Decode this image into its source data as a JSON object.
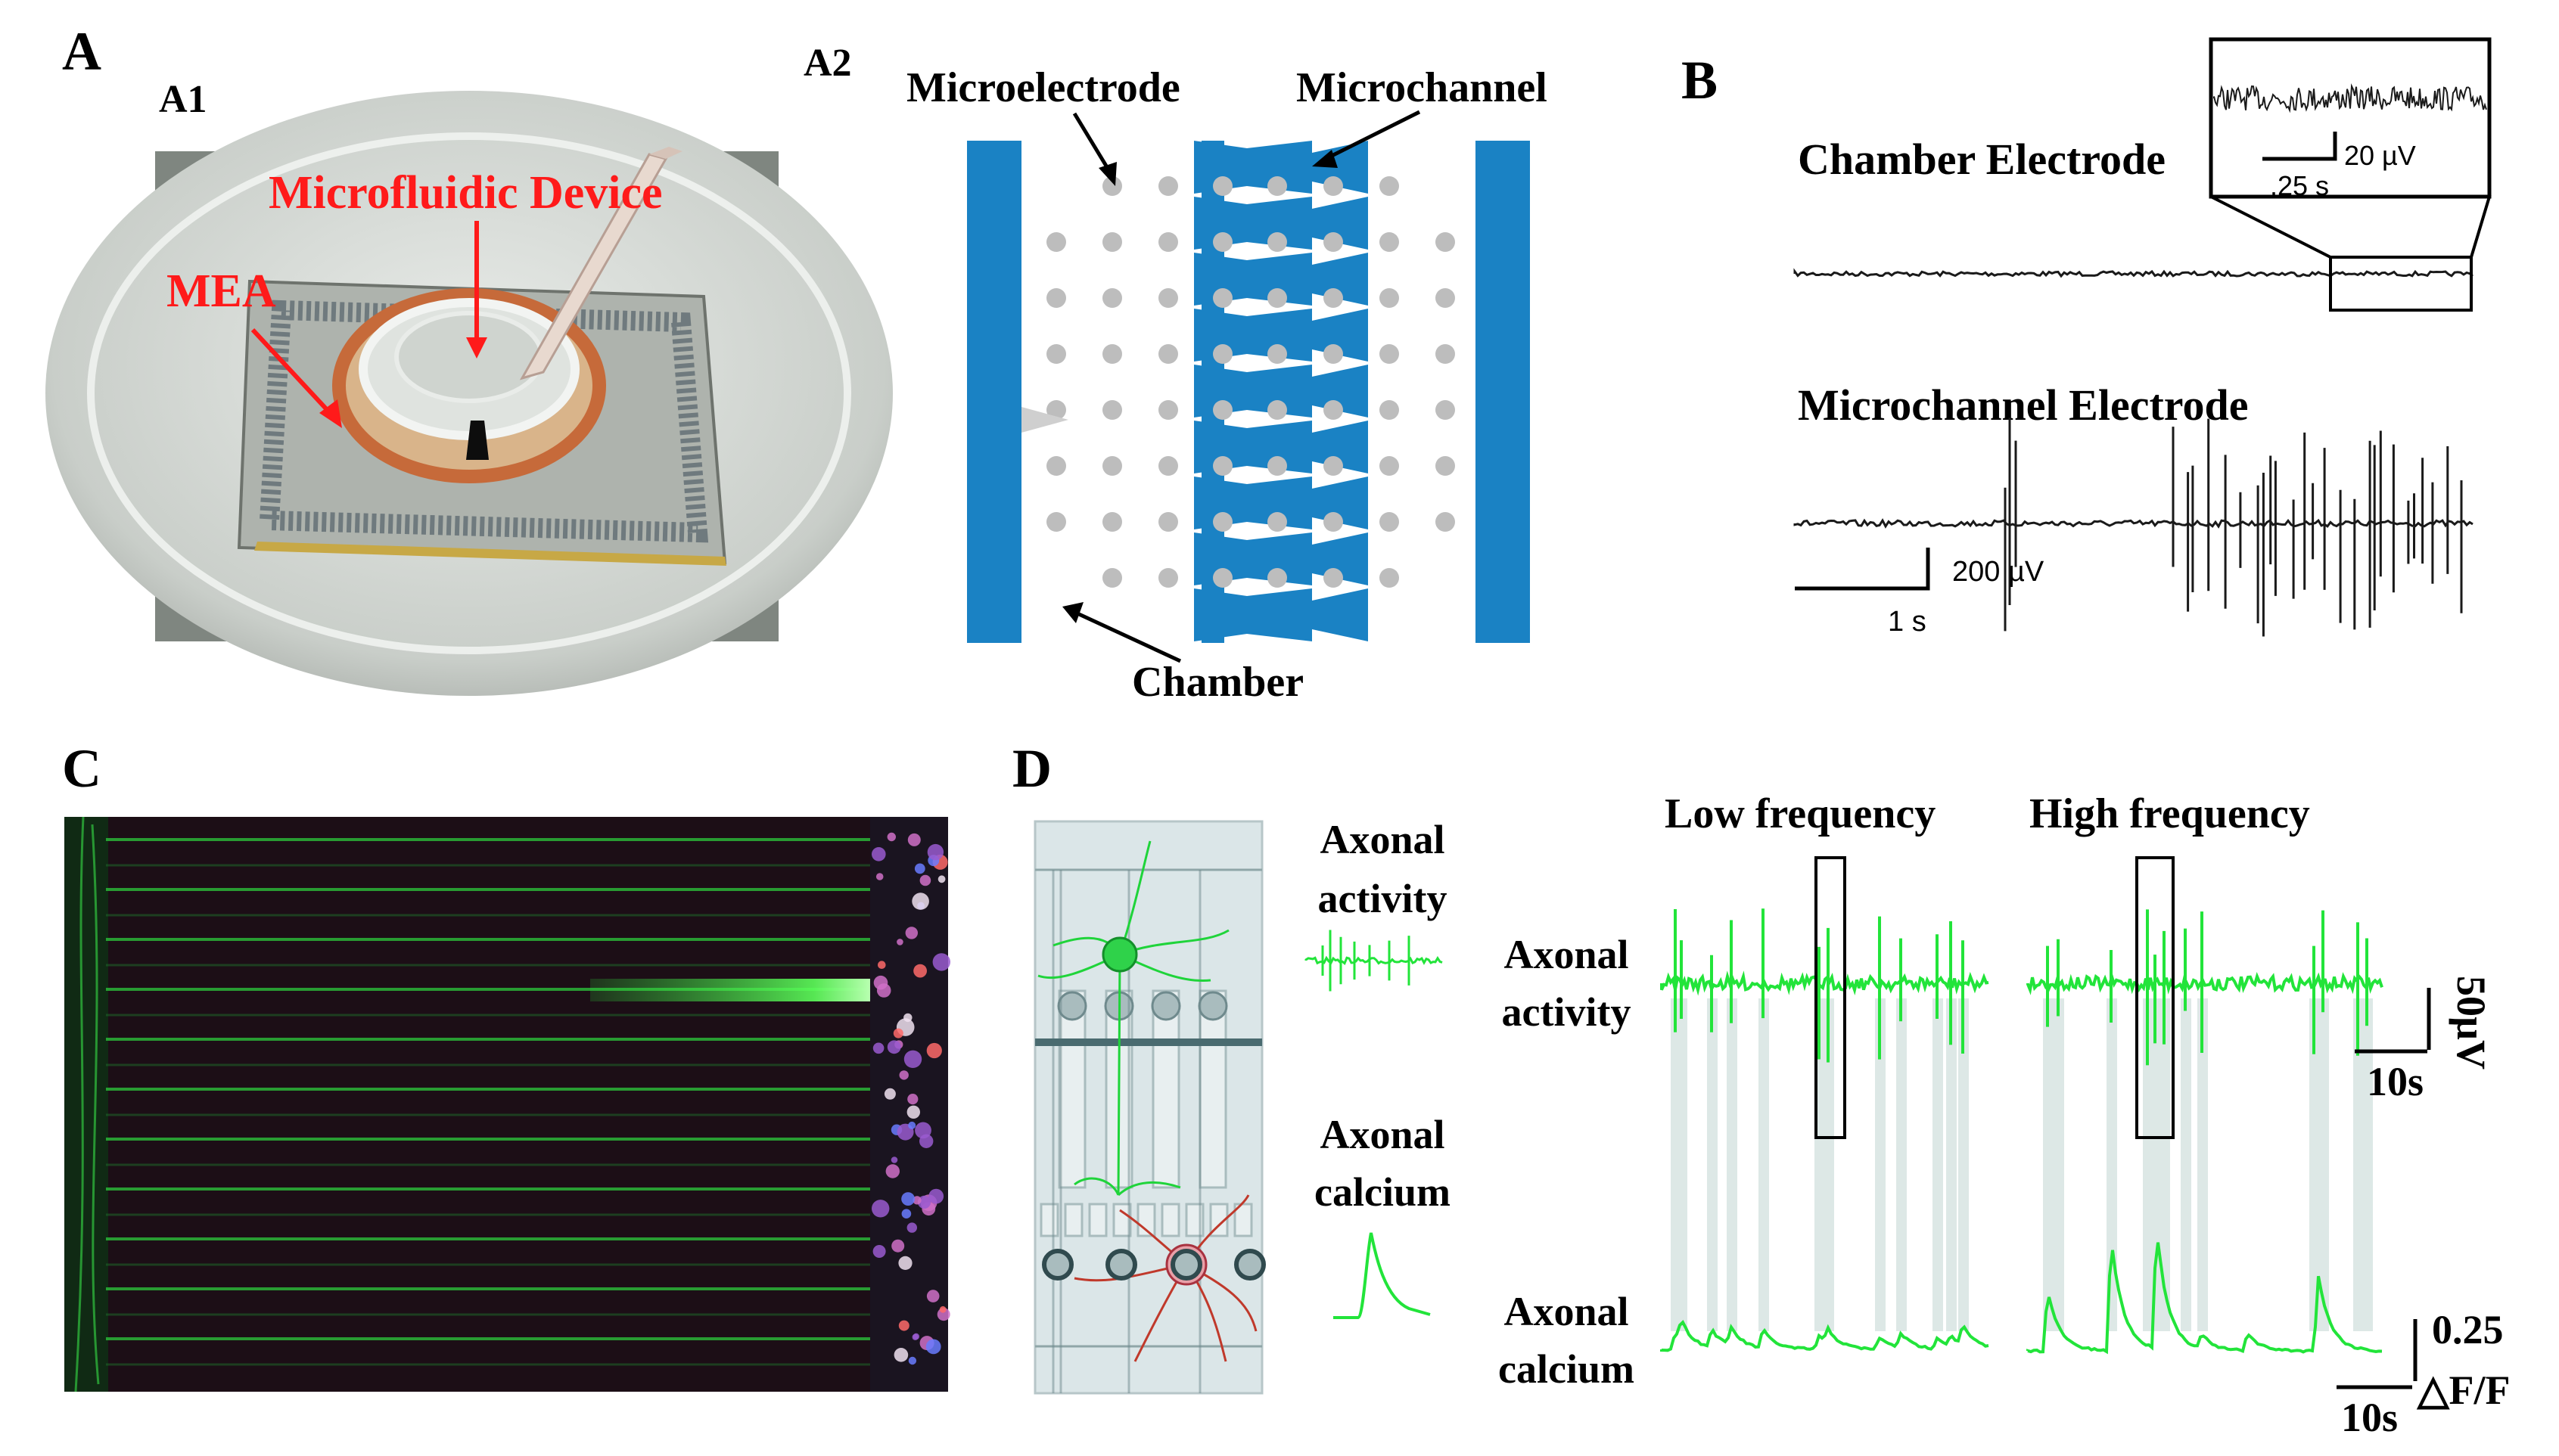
{
  "panel_letters": {
    "a": "A",
    "b": "B",
    "c": "C",
    "d": "D"
  },
  "sub_letters": {
    "a1": "A1",
    "a2": "A2"
  },
  "a1": {
    "device_label": "Microfluidic Device",
    "mea_label": "MEA"
  },
  "a2": {
    "microelectrode_label": "Microelectrode",
    "microchannel_label": "Microchannel",
    "chamber_label": "Chamber"
  },
  "b": {
    "chamber_title": "Chamber Electrode",
    "microchannel_title": "Microchannel Electrode",
    "inset_scale_v": "20 µV",
    "inset_scale_t": ".25 s",
    "scale_v": "200 µV",
    "scale_t": "1 s"
  },
  "d": {
    "schematic_activity": [
      "Axonal",
      "activity"
    ],
    "schematic_calcium": [
      "Axonal",
      "calcium"
    ],
    "row_activity": [
      "Axonal",
      "activity"
    ],
    "row_calcium": [
      "Axonal",
      "calcium"
    ],
    "low_freq": "Low frequency",
    "high_freq": "High frequency",
    "scale_uv": "50µV",
    "scale_10s_top": "10s",
    "scale_df": "0.25",
    "scale_df_unit": "△F/F",
    "scale_10s_bottom": "10s"
  },
  "colors": {
    "accent_blue": "#1a82c4",
    "signal_green": "#22e43a",
    "label_red": "#ff1a1a",
    "electrode_gray": "#bdbdbd"
  }
}
